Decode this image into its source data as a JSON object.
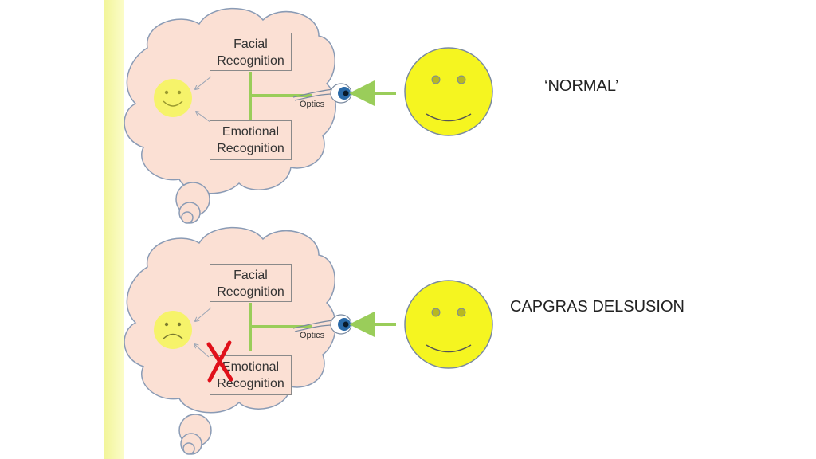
{
  "panels": [
    {
      "facial_recognition": [
        "Facial",
        "Recognition"
      ],
      "emotional_recognition": [
        "Emotional",
        "Recognition"
      ],
      "optics_label": "Optics",
      "caption": "‘NORMAL’",
      "inner_face": "smiling",
      "pathway_blocked": false
    },
    {
      "facial_recognition": [
        "Facial",
        "Recognition"
      ],
      "emotional_recognition": [
        "Emotional",
        "Recognition"
      ],
      "optics_label": "Optics",
      "caption": "CAPGRAS DELSUSION",
      "inner_face": "frowning",
      "pathway_blocked": true
    }
  ],
  "colors": {
    "cloud_fill": "#fbe0d4",
    "cloud_stroke": "#8a9bb5",
    "arrow_green": "#9acd5a",
    "face_yellow": "#f5f520",
    "blocked_x": "#e0101a",
    "left_bar": "#f2f59a"
  }
}
